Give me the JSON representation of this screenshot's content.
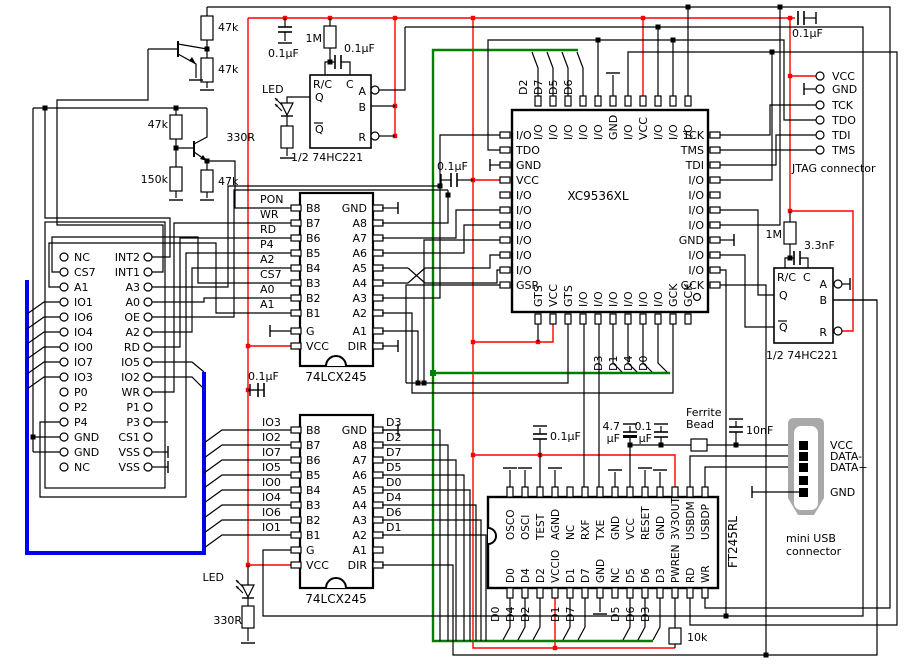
{
  "colors": {
    "vcc": "#ff0000",
    "data_bus": "#008000",
    "io_bus": "#0000ee",
    "wire": "#000000",
    "usb_body": "#a9a9a9"
  },
  "bias": {
    "r1": "47k",
    "r2": "47k",
    "r3": "47k",
    "r4": "150k",
    "r5": "47k",
    "cap": "0.1µF"
  },
  "monostable_a": {
    "title": "1/2 74HC221",
    "r": "1M",
    "c": "0.1µF",
    "pins": {
      "rc": "R/C",
      "c": "C",
      "q": "Q",
      "qbar": "Q",
      "a": "A",
      "b": "B",
      "r": "R"
    },
    "led": "LED",
    "led_r": "330R"
  },
  "monostable_b": {
    "title": "1/2 74HC221",
    "r": "1M",
    "c": "3.3nF",
    "pins": {
      "rc": "R/C",
      "c": "C",
      "q": "Q",
      "qbar": "Q",
      "a": "A",
      "b": "B",
      "r": "R"
    }
  },
  "connector": {
    "rows": [
      [
        "NC",
        "INT2"
      ],
      [
        "CS7",
        "INT1"
      ],
      [
        "A1",
        "A3"
      ],
      [
        "IO1",
        "A0"
      ],
      [
        "IO6",
        "OE"
      ],
      [
        "IO4",
        "A2"
      ],
      [
        "IO0",
        "RD"
      ],
      [
        "IO7",
        "IO5"
      ],
      [
        "IO3",
        "IO2"
      ],
      [
        "P0",
        "WR"
      ],
      [
        "P2",
        "P1"
      ],
      [
        "P4",
        "P3"
      ],
      [
        "GND",
        "CS1"
      ],
      [
        "GND",
        "VSS"
      ],
      [
        "NC",
        "VSS"
      ]
    ]
  },
  "buffer_a": {
    "name": "74LCX245",
    "left_pins": [
      "B8",
      "B7",
      "B6",
      "B5",
      "B4",
      "B3",
      "B2",
      "B1",
      "G",
      "VCC"
    ],
    "right_pins": [
      "GND",
      "A8",
      "A7",
      "A6",
      "A5",
      "A4",
      "A3",
      "A2",
      "A1",
      "DIR"
    ],
    "inputs": [
      "PON",
      "WR",
      "RD",
      "P4",
      "A2",
      "CS7",
      "A0",
      "A1"
    ],
    "cap": "0.1µF"
  },
  "buffer_b": {
    "name": "74LCX245",
    "left_pins": [
      "B8",
      "B7",
      "B6",
      "B5",
      "B4",
      "B3",
      "B2",
      "B1",
      "G",
      "VCC"
    ],
    "right_pins": [
      "GND",
      "A8",
      "A7",
      "A6",
      "A5",
      "A4",
      "A3",
      "A2",
      "A1",
      "DIR"
    ],
    "inputs": [
      "IO3",
      "IO2",
      "IO7",
      "IO5",
      "IO0",
      "IO4",
      "IO6",
      "IO1"
    ],
    "outputs": [
      "D3",
      "D2",
      "D7",
      "D5",
      "D0",
      "D4",
      "D6",
      "D1"
    ],
    "led": "LED",
    "led_r": "330R"
  },
  "cpld": {
    "name": "XC9536XL",
    "top_pins": [
      "I/O",
      "I/O",
      "I/O",
      "I/O",
      "I/O",
      "GND",
      "I/O",
      "VCC",
      "I/O",
      "I/O",
      "I/O"
    ],
    "left_pins": [
      "I/O",
      "TDO",
      "GND",
      "VCC",
      "I/O",
      "I/O",
      "I/O",
      "I/O",
      "I/O",
      "I/O",
      "GSR"
    ],
    "right_pins": [
      "TCK",
      "TMS",
      "TDI",
      "I/O",
      "I/O",
      "I/O",
      "I/O",
      "GND",
      "I/O",
      "I/O",
      "GCK"
    ],
    "bottom_pins": [
      "GTS",
      "VCC",
      "GTS",
      "I/O",
      "I/O",
      "I/O",
      "I/O",
      "I/O",
      "I/O",
      "GCK",
      "GCK"
    ],
    "top_labels": [
      "D2",
      "D7",
      "D5",
      "D6"
    ],
    "bottom_labels": [
      "D3",
      "D1",
      "D4",
      "D0"
    ],
    "cap": "0.1µF"
  },
  "jtag": {
    "title": "JTAG connector",
    "pins": [
      "VCC",
      "GND",
      "TCK",
      "TDO",
      "TDI",
      "TMS"
    ],
    "cap": "0.1µF"
  },
  "usb_chip": {
    "name": "FT245RL",
    "top_pins": [
      "OSCO",
      "OSCI",
      "TEST",
      "AGND",
      "NC",
      "RXF",
      "TXE",
      "GND",
      "VCC",
      "RESET",
      "GND",
      "3V3OUT",
      "USBDM",
      "USBDP"
    ],
    "bottom_pins": [
      "D0",
      "D4",
      "D2",
      "VCCIO",
      "D1",
      "D7",
      "GND",
      "NC",
      "D5",
      "D6",
      "D3",
      "PWREN",
      "RD",
      "WR"
    ],
    "data_labels": [
      "D0",
      "D4",
      "D2",
      "D1",
      "D7",
      "D5",
      "D6",
      "D3"
    ],
    "pullup": "10k",
    "cap": "0.1µF"
  },
  "filter": {
    "c1a": "4.7",
    "c1b": "µF",
    "c2a": "0.1",
    "c2b": "µF",
    "bead1": "Ferrite",
    "bead2": "Bead",
    "c3": "10nF"
  },
  "usb_conn": {
    "title1": "mini USB",
    "title2": "connector",
    "pins": [
      "VCC",
      "DATA-",
      "DATA+",
      "GND"
    ]
  }
}
